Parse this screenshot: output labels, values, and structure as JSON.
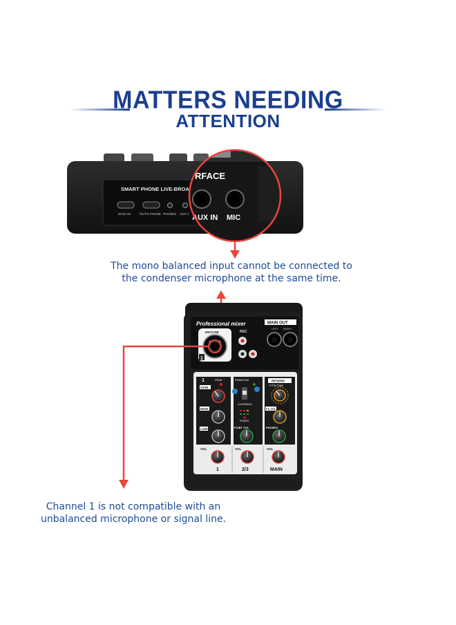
{
  "title": {
    "line1": "MATTERS NEEDING",
    "line2": "ATTENTION"
  },
  "rear_panel": {
    "brand": "SMART PHONE LIVE-BROAD",
    "brand_zoom": "RFACE",
    "ports": [
      "DC5V IN",
      "PC/TO PHONE",
      "PHONES",
      "AUX C"
    ],
    "zoom_ports": [
      "AUX IN",
      "MIC"
    ]
  },
  "note_mono": "The mono balanced input cannot be connected to the condenser microphone at the same time.",
  "note_channel": "Channel 1 is not compatible with an unbalanced microphone or signal line.",
  "mixer": {
    "name": "Professional mixer",
    "main_out": "MAIN OUT",
    "left": "LEFT",
    "right": "RIGHT",
    "mic_line": "MIC/LINE",
    "rec": "REC",
    "channel_number": "1",
    "peak": "PEAK",
    "phantom": "PHANTOM",
    "gain": "GAIN",
    "high": "HIGH",
    "low": "LOW",
    "vol": "VOL",
    "power": "POWER",
    "loopback": "LOOPBACK",
    "reverb": "REVERB",
    "type_time": "TYPE/TIME",
    "fx_vol": "FX VOL",
    "pc_bt_vol": "PC/BT VOL",
    "phones": "PHONES",
    "strip_labels": [
      "1",
      "2/3",
      "MAIN"
    ],
    "colors": {
      "accent_red": "#e8453c",
      "title_blue": "#1b3f8f",
      "note_blue": "#1e4a99"
    }
  }
}
